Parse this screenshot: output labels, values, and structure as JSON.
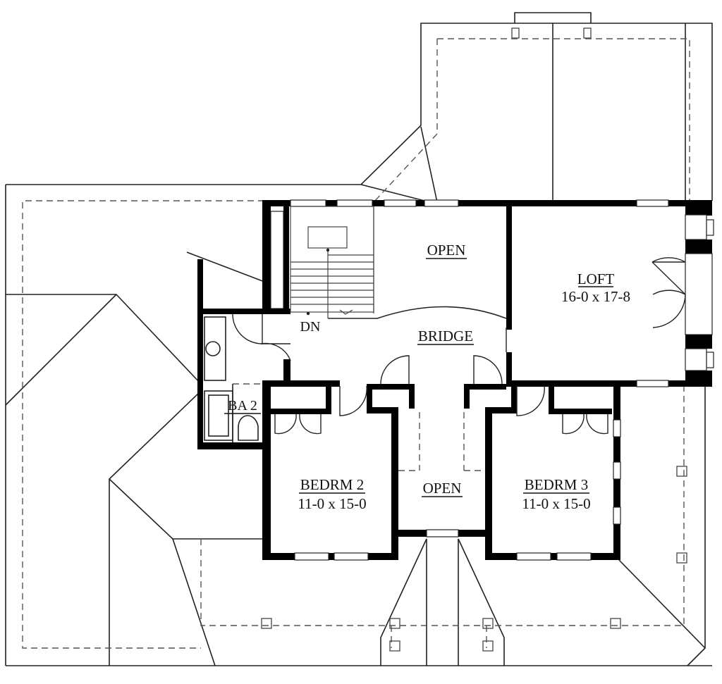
{
  "rooms": {
    "open_upper": {
      "label": "OPEN"
    },
    "loft": {
      "label": "LOFT",
      "dimensions": "16-0 x 17-8"
    },
    "bridge": {
      "label": "BRIDGE"
    },
    "stair": {
      "label": "DN"
    },
    "bath": {
      "label": "BA 2"
    },
    "bedroom2": {
      "label": "BEDRM 2",
      "dimensions": "11-0 x 15-0"
    },
    "open_lower": {
      "label": "OPEN"
    },
    "bedroom3": {
      "label": "BEDRM 3",
      "dimensions": "11-0 x 15-0"
    }
  }
}
